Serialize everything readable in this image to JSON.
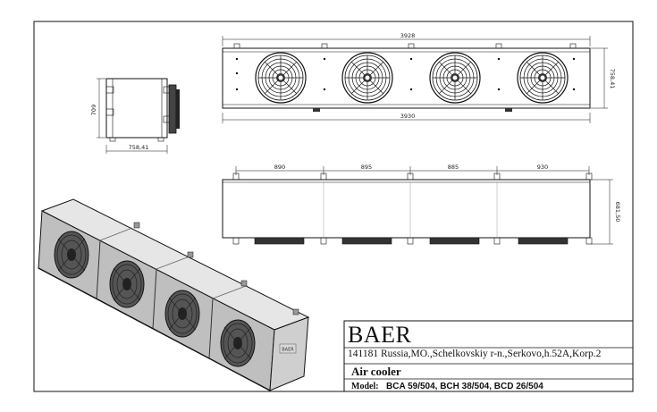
{
  "title_block": {
    "brand": "BAER",
    "address": "141181 Russia,MO.,Schelkovskiy r-n.,Serkovo,h.52A,Korp.2",
    "product_type": "Air cooler",
    "model_label": "Model:",
    "models": "BCA 59/504, BCH 38/504, BCD 26/504"
  },
  "dimensions": {
    "side_height": "709",
    "side_width": "758,41",
    "top_width_upper": "3928",
    "top_width_lower": "3930",
    "top_depth": "758,41",
    "front_spacing": [
      "890",
      "895",
      "885",
      "930"
    ],
    "front_height": "681,50"
  },
  "iso_view": {
    "nameplate": "BAER"
  }
}
